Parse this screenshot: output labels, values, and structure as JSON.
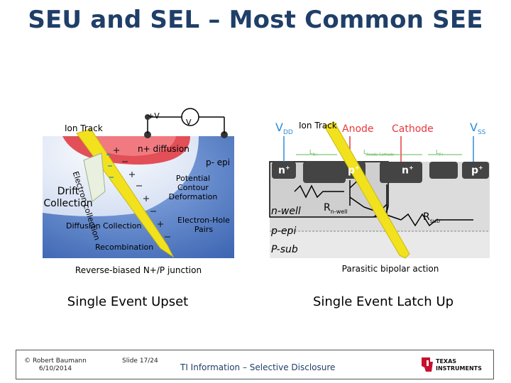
{
  "title": "SEU and SEL – Most Common SEE",
  "left": {
    "plus_v": "+V",
    "v": "V",
    "ion_track": "Ion Track",
    "n_diffusion": "n+ diffusion",
    "p_epi": "p- epi",
    "drift_collection": "Drift\nCollection",
    "electron_collection": "Electron collection",
    "potential_contour": "Potential\nContour\nDeformation",
    "diffusion_collection": "Diffusion Collection",
    "electron_hole_pairs": "Electron-Hole\nPairs",
    "recombination": "Recombination",
    "caption": "Reverse-biased N+/P junction",
    "heading": "Single Event Upset"
  },
  "right": {
    "ion_track": "Ion Track",
    "vdd": "V",
    "vdd_sub": "DD",
    "anode": "Anode",
    "cathode": "Cathode",
    "vss": "V",
    "vss_sub": "SS",
    "n_plus_1": "n",
    "p_plus_1": "p",
    "n_plus_2": "n",
    "p_plus_2": "p",
    "plus": "+",
    "l_n": "L",
    "l_n_sub": "N+",
    "l_ac": "L",
    "l_ac_sub": "Anode-Cathode",
    "l_p": "L",
    "l_p_sub": "P+",
    "n_well": "n-well",
    "r_nwell": "R",
    "r_nwell_sub": "n-well",
    "r_sub": "R",
    "r_sub_sub": "sub",
    "p_epi": "p-epi",
    "p_sub": "P-sub",
    "caption": "Parasitic bipolar action",
    "heading": "Single Event Latch Up"
  },
  "footer": {
    "copyright": "© Robert Baumann\n6/10/2014",
    "slide": "Slide 17/24",
    "disclosure": "TI Information – Selective Disclosure",
    "logo_text": "TEXAS\nINSTRUMENTS"
  },
  "colors": {
    "title": "#1f3f68",
    "silicon_blue": "#5a7fc0",
    "diffusion_red": "#e24f57",
    "ion_yellow": "#f2e21e",
    "ti_red": "#c8102e",
    "anode_red": "#e8383d",
    "vdd_blue": "#2e8bd8",
    "sublabel_green": "#5db858"
  }
}
